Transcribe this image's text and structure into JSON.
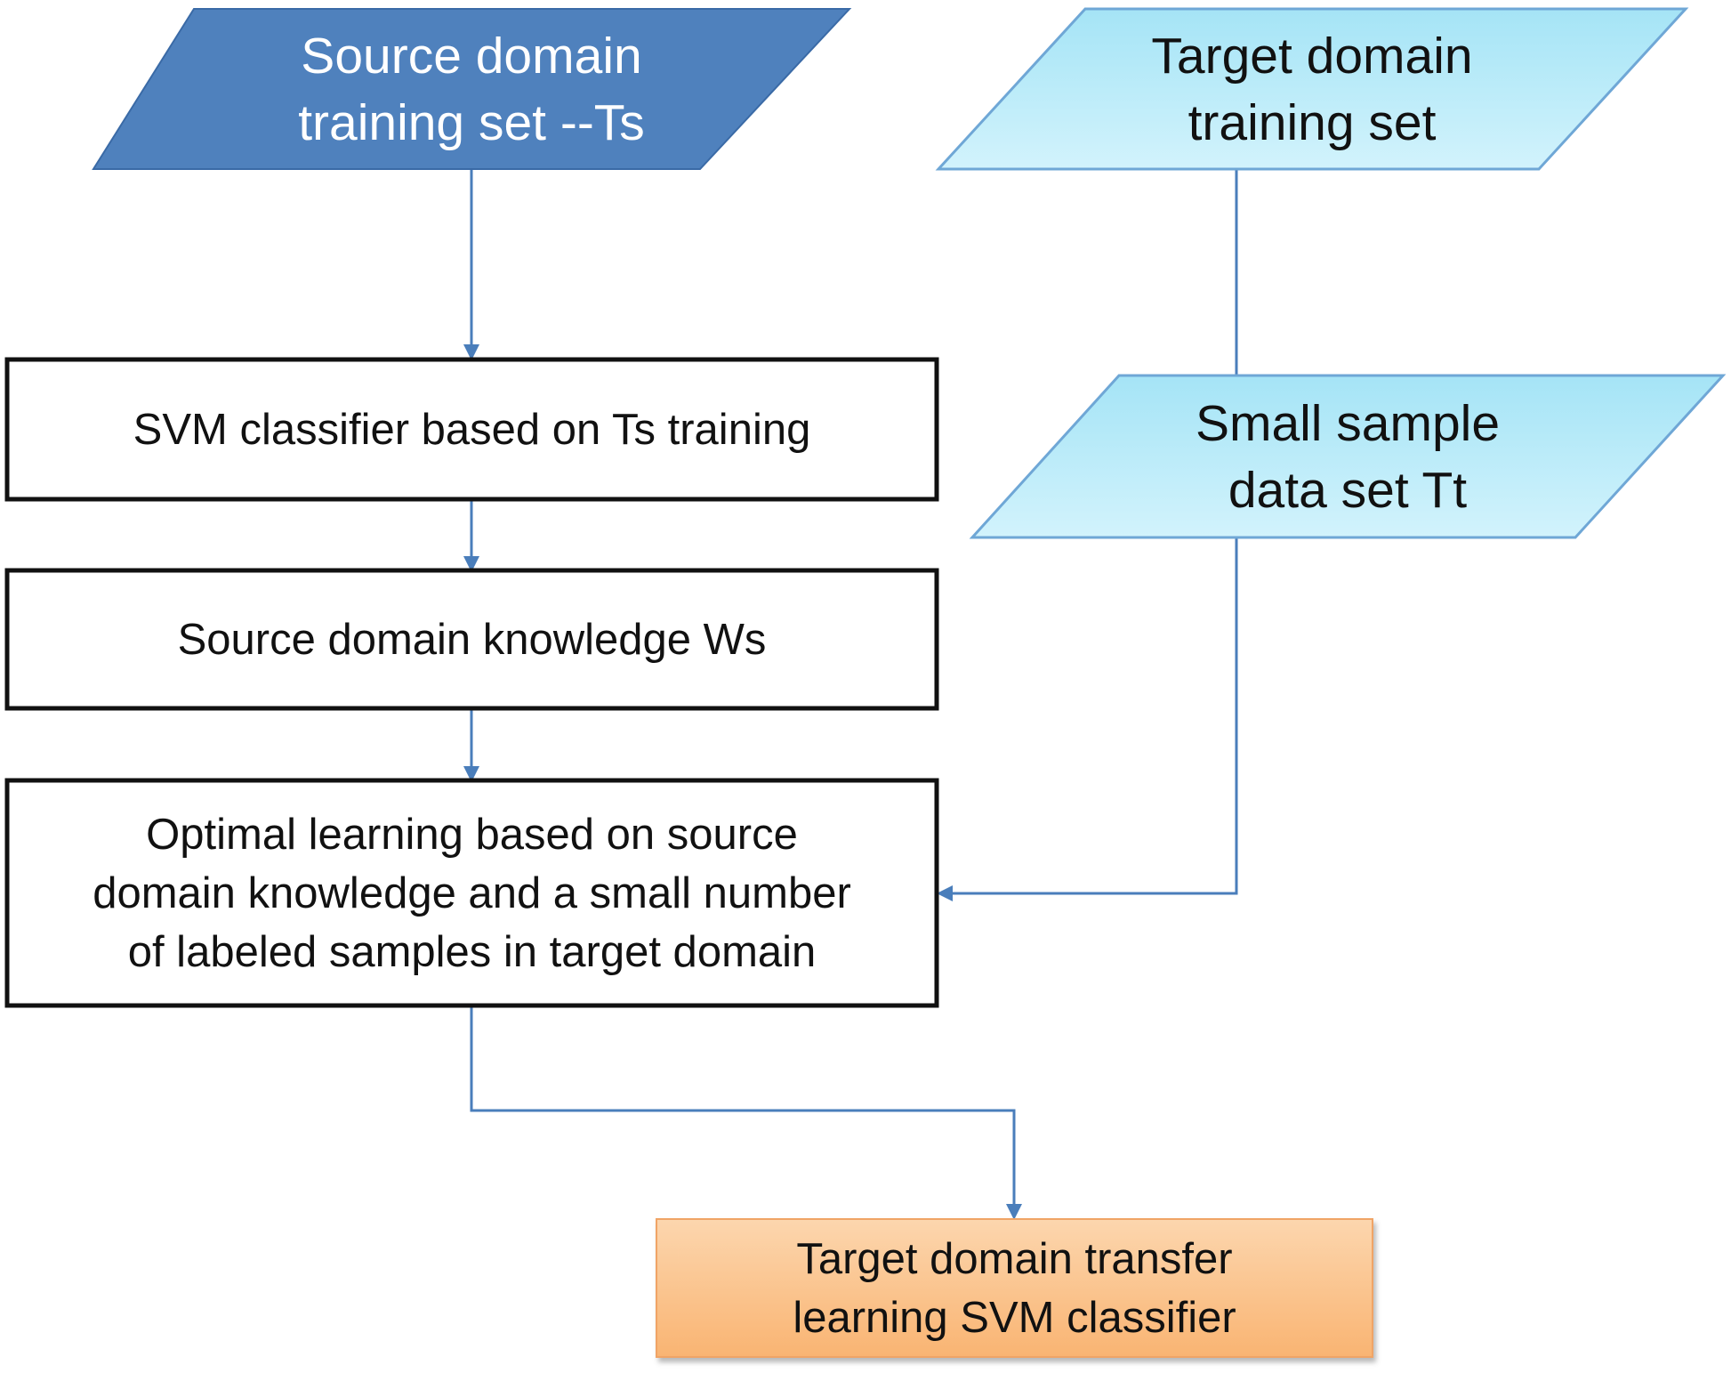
{
  "nodes": {
    "source_training_set": {
      "text": "Source domain\ntraining set --Ts",
      "fill": "#4f81bd"
    },
    "target_training_set": {
      "text": "Target domain\ntraining set",
      "fill": "#a9e7f7"
    },
    "small_sample_set": {
      "text": "Small sample\ndata set Tt",
      "fill": "#a9e7f7"
    },
    "svm_classifier": {
      "text": "SVM classifier based on Ts training"
    },
    "source_knowledge": {
      "text": "Source domain knowledge Ws"
    },
    "optimal_learning": {
      "text": "Optimal learning based on source\ndomain knowledge and a small number\nof labeled samples in target domain"
    },
    "transfer_classifier": {
      "text": "Target domain transfer\nlearning SVM classifier",
      "fill": "#fbc48f"
    }
  },
  "colors": {
    "arrow": "#4a7ebb",
    "box_border": "#111111",
    "para_border": "#6fa7d6"
  }
}
